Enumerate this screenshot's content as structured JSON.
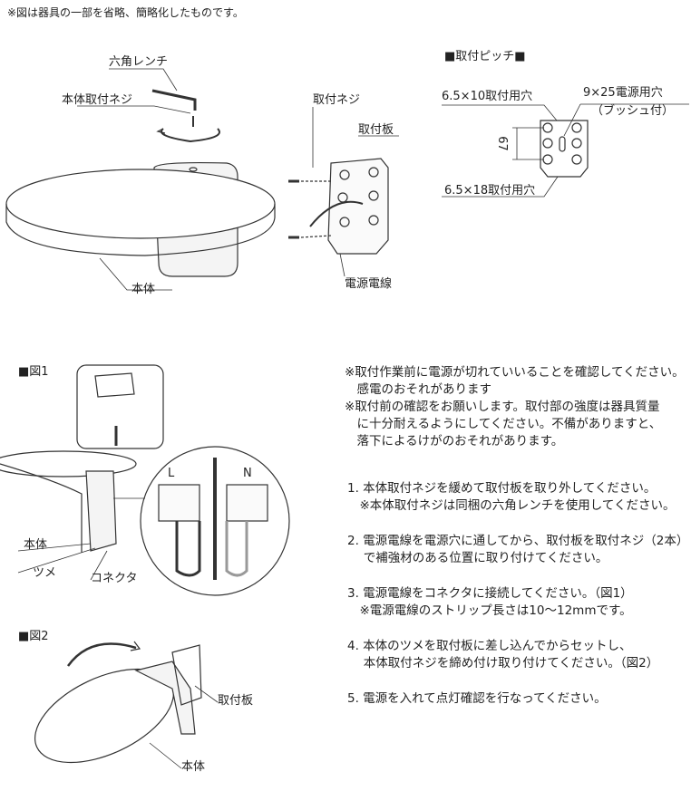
{
  "top_note": "※図は器具の一部を省略、簡略化したものです。",
  "diagram_main": {
    "hex_wrench": "六角レンチ",
    "body_screw": "本体取付ネジ",
    "mount_screw": "取付ネジ",
    "mount_plate": "取付板",
    "power_wire": "電源電線",
    "body": "本体"
  },
  "pitch": {
    "title": "■取付ピッチ■",
    "hole_top": "6.5×10取付用穴",
    "power_hole": "9×25電源用穴",
    "power_hole_note": "（ブッシュ付）",
    "dimension": "67",
    "hole_bottom": "6.5×18取付用穴"
  },
  "fig1": {
    "title": "■図1",
    "body": "本体",
    "claw": "ツメ",
    "connector": "コネクタ",
    "L": "L",
    "N": "N"
  },
  "fig2": {
    "title": "■図2",
    "mount_plate": "取付板",
    "body": "本体"
  },
  "warnings": [
    "※取付作業前に電源が切れていいることを確認してください。\n　感電のおそれがあります",
    "※取付前の確認をお願いします。取付部の強度は器具質量\n　に十分耐えるようにしてください。不備がありますと、\n　落下によるけがのおそれがあります。"
  ],
  "steps": [
    "1. 本体取付ネジを緩めて取付板を取り外してください。\n　※本体取付ネジは同梱の六角レンチを使用してください。",
    "2. 電源電線を電源穴に通してから、取付板を取付ネジ（2本）\n　 で補強材のある位置に取り付けてください。",
    "3. 電源電線をコネクタに接続してください。（図1）\n　※電源電線のストリップ長さは10～12mmです。",
    "4. 本体のツメを取付板に差し込んでからセットし、\n　 本体取付ネジを締め付け取り付けてください。（図2）",
    "5. 電源を入れて点灯確認を行なってください。"
  ]
}
